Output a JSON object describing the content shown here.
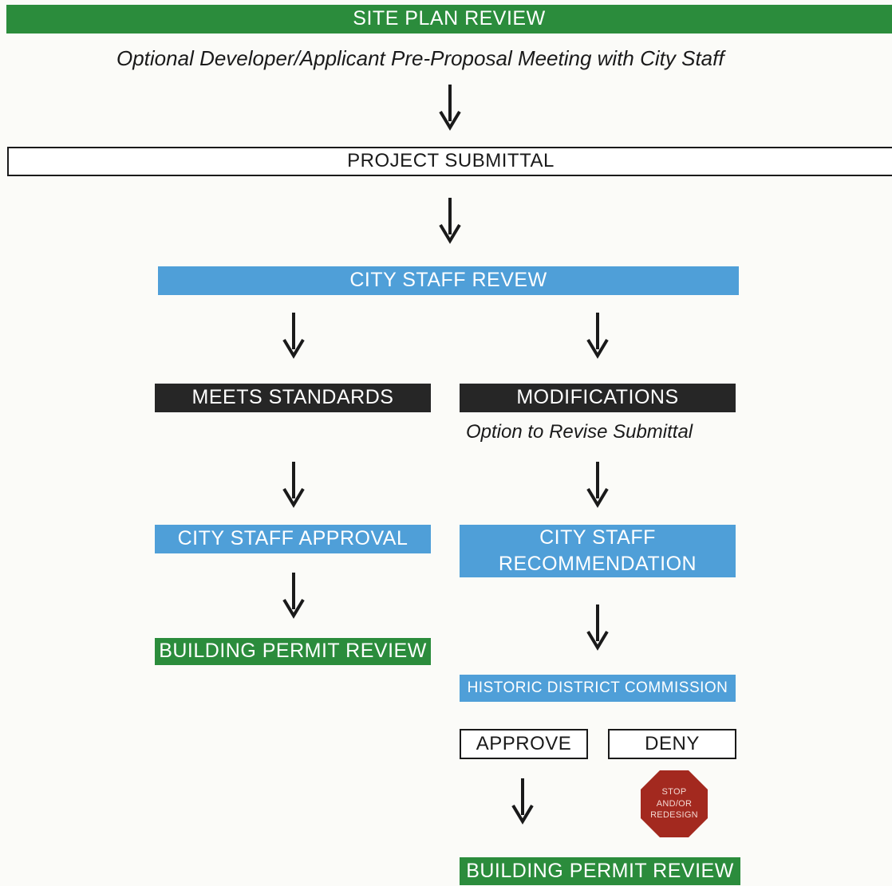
{
  "colors": {
    "green": "#2b8c3c",
    "blue": "#4f9fd8",
    "dark": "#262626",
    "stop_red": "#a3291f"
  },
  "diagram": {
    "title": "SITE PLAN REVIEW",
    "pre_meeting_note": "Optional Developer/Applicant Pre-Proposal Meeting with City Staff",
    "project_submittal": "PROJECT SUBMITTAL",
    "city_staff_review": "CITY STAFF REVEW",
    "meets_standards": "MEETS STANDARDS",
    "modifications": "MODIFICATIONS",
    "revise_note": "Option to Revise Submittal",
    "city_staff_approval": "CITY STAFF APPROVAL",
    "city_staff_recommendation_line1": "CITY STAFF",
    "city_staff_recommendation_line2": "RECOMMENDATION",
    "building_permit_review_left": "BUILDING PERMIT REVIEW",
    "historic_district_commission": "HISTORIC DISTRICT COMMISSION",
    "approve": "APPROVE",
    "deny": "DENY",
    "stop_sign": {
      "line1": "STOP",
      "line2": "AND/OR",
      "line3": "REDESIGN",
      "icon": "stop-sign-icon"
    },
    "building_permit_review_right": "BUILDING PERMIT REVIEW"
  }
}
